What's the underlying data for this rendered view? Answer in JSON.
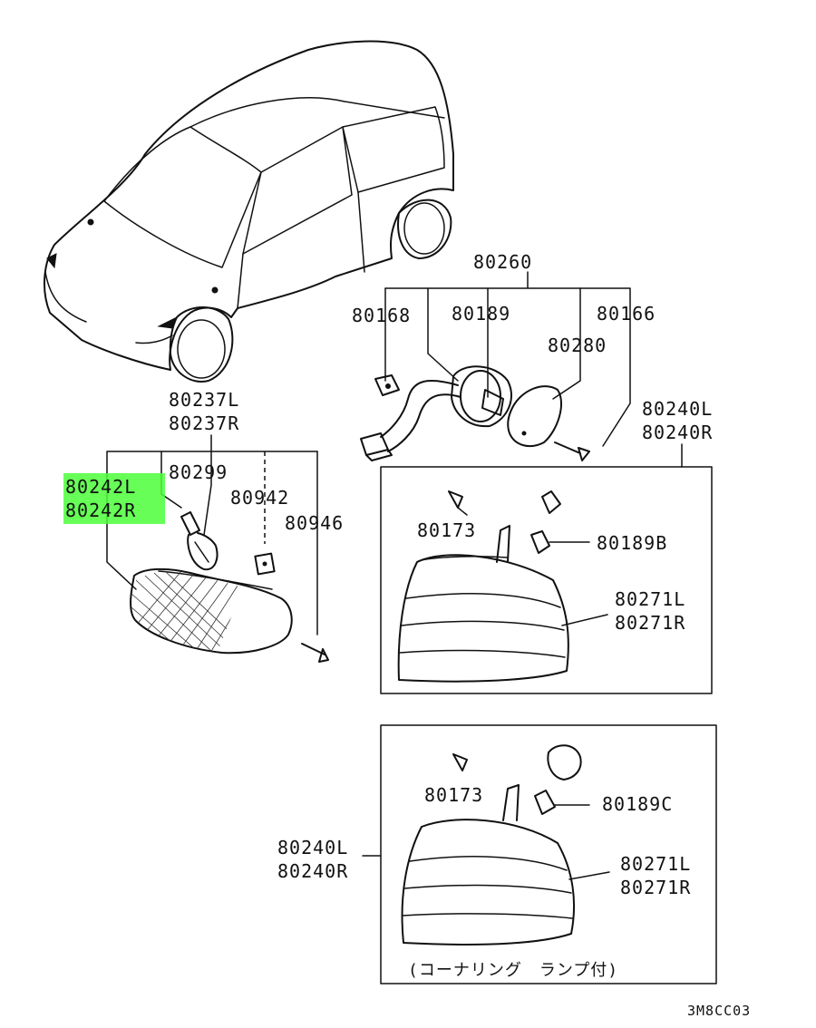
{
  "parts": {
    "assembly_80260": "80260",
    "p80168": "80168",
    "p80189": "80189",
    "p80166": "80166",
    "p80280": "80280",
    "p80240L_a": "80240L",
    "p80240R_a": "80240R",
    "p80237L": "80237L",
    "p80237R": "80237R",
    "p80242L": "80242L",
    "p80242R": "80242R",
    "p80299": "80299",
    "p80942": "80942",
    "p80946": "80946",
    "p80173_a": "80173",
    "p80189B": "80189B",
    "p80271L_a": "80271L",
    "p80271R_a": "80271R",
    "p80173_b": "80173",
    "p80189C": "80189C",
    "p80240L_b": "80240L",
    "p80240R_b": "80240R",
    "p80271L_b": "80271L",
    "p80271R_b": "80271R"
  },
  "note": "(コーナリング　ランプ付)",
  "diagram_code": "3M8CC03",
  "highlight_color": "#4cff3a"
}
